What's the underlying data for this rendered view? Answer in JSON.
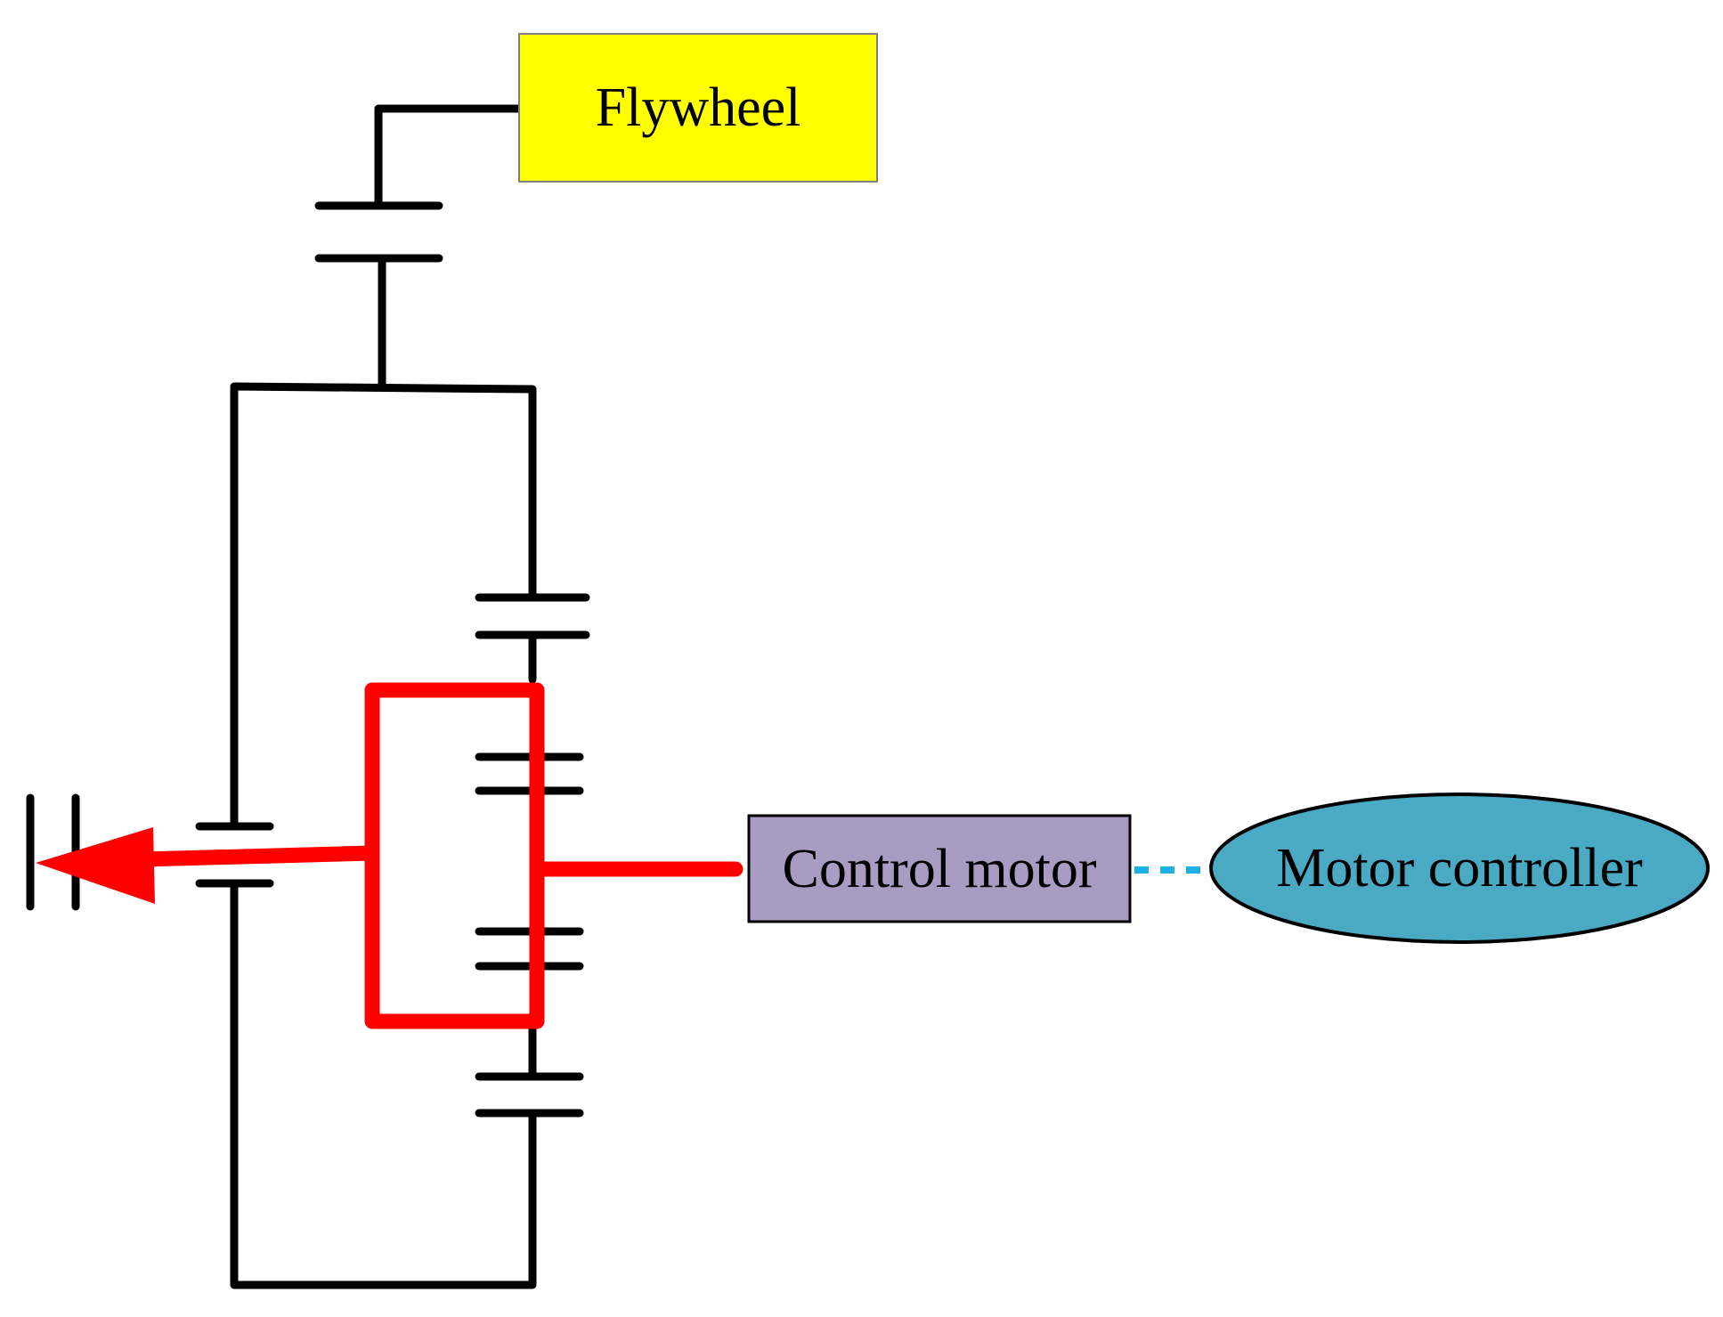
{
  "labels": {
    "flywheel": "Flywheel",
    "control_motor": "Control motor",
    "motor_controller": "Motor controller"
  },
  "colors": {
    "flywheel_fill": "#ffff00",
    "control_motor_fill": "#a99bc1",
    "motor_controller_fill": "#4aaac4",
    "power_path": "#ff0000",
    "signal_link": "#1fb0e8",
    "shaft": "#000000"
  }
}
